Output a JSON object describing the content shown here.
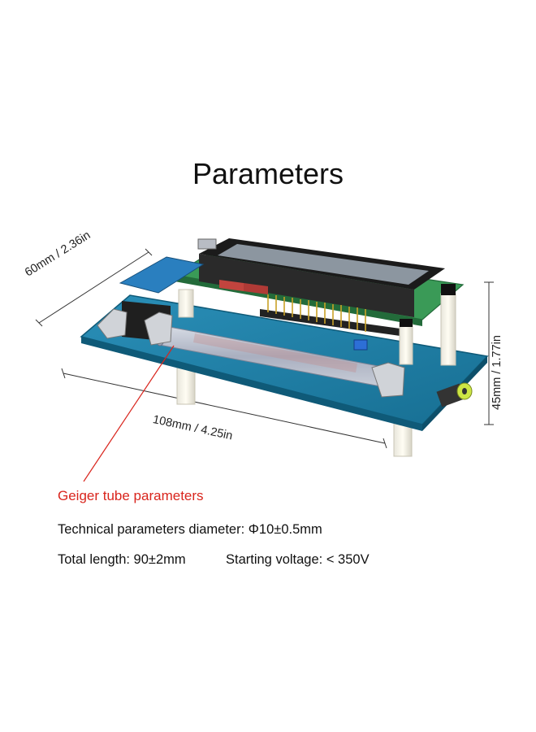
{
  "title": "Parameters",
  "dimensions": {
    "width_label": "60mm / 2.36in",
    "length_label": "108mm / 4.25in",
    "height_label": "45mm / 1.77in"
  },
  "geiger": {
    "heading": "Geiger tube parameters",
    "diameter": "Technical parameters diameter: Φ10±0.5mm",
    "length": "Total length: 90±2mm",
    "voltage": "Starting voltage: < 350V"
  },
  "colors": {
    "heading_red": "#d9251d",
    "board_blue": "#1d7fa6",
    "display_dark": "#1b1b1b",
    "display_screen": "#8c96a0"
  }
}
